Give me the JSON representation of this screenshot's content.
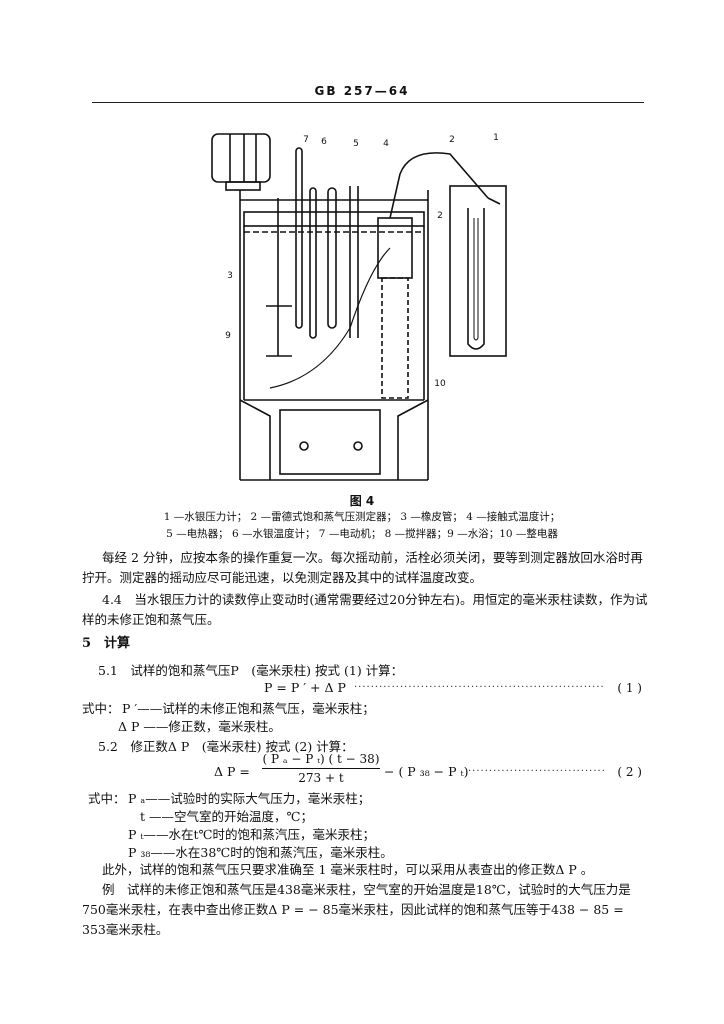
{
  "header": {
    "code": "GB 257—64"
  },
  "figure": {
    "caption": "图 4",
    "callouts": [
      "1",
      "2",
      "2",
      "3",
      "4",
      "5",
      "6",
      "7",
      "9",
      "10"
    ],
    "legend_line1": "1 —水银压力计； 2 —雷德式饱和蒸气压测定器； 3 —橡皮管； 4 —接触式温度计；",
    "legend_line2": "5 —电热器； 6 —水银温度计； 7 —电动机； 8 —搅拌器；9 —水浴；10 —整电器"
  },
  "para_1": "每经 2 分钟，应按本条的操作重复一次。每次摇动前，活栓必须关闭，要等到测定器放回水浴时再拧开。测定器的摇动应尽可能迅速，以免测定器及其中的试样温度改变。",
  "para_4_4": "4.4　当水银压力计的读数停止变动时(通常需要经过20分钟左右)。用恒定的毫米汞柱读数，作为试样的未修正饱和蒸气压。",
  "section_5": "5　计算",
  "s5_1": "5.1　试样的饱和蒸气压P　(毫米汞柱) 按式 (1) 计算：",
  "eq1": "P = P ′ + Δ P",
  "eq1_num": "( 1 )",
  "w1_prefix": "式中：",
  "w1a": "P ′——试样的未修正饱和蒸气压，毫米汞柱；",
  "w1b": "Δ P ——修正数，毫米汞柱。",
  "s5_2": "5.2　修正数Δ P　(毫米汞柱) 按式 (2) 计算：",
  "eq2_lhs": "Δ P =",
  "eq2_num_text": "( P ₐ − P ₜ) ( t − 38)",
  "eq2_den_text": "273 + t",
  "eq2_tail": "− ( P ₃₈ − P ₜ)",
  "eq2_num": "( 2 )",
  "w2_prefix": "式中：",
  "w2a": "P ₐ——试验时的实际大气压力，毫米汞柱；",
  "w2b": "t ——空气室的开始温度，℃；",
  "w2c": "P ₜ——水在t℃时的饱和蒸汽压，毫米汞柱；",
  "w2d": "P ₃₈——水在38℃时的饱和蒸汽压，毫米汞柱。",
  "para_extra": "此外，试样的饱和蒸气压只要求准确至 1 毫米汞柱时，可以采用从表查出的修正数Δ P 。",
  "para_example": "例　试样的未修正饱和蒸气压是438毫米汞柱，空气室的开始温度是18℃，试验时的大气压力是750毫米汞柱，在表中查出修正数Δ P = − 85毫米汞柱，因此试样的饱和蒸气压等于438 − 85 = 353毫米汞柱。"
}
